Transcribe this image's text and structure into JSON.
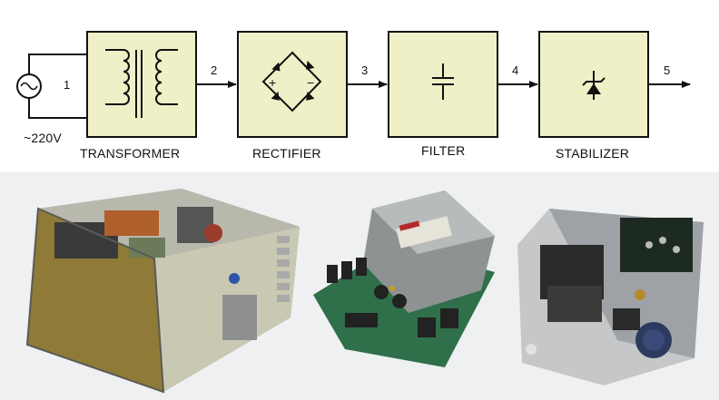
{
  "supply": {
    "voltage_label": "~220V"
  },
  "nodes": [
    "1",
    "2",
    "3",
    "4",
    "5"
  ],
  "blocks": [
    {
      "id": "transformer",
      "label": "TRANSFORMER"
    },
    {
      "id": "rectifier",
      "label": "RECTIFIER"
    },
    {
      "id": "filter",
      "label": "FILTER"
    },
    {
      "id": "stabilizer",
      "label": "STABILIZER"
    }
  ],
  "colors": {
    "block_fill": "#f0f0c8",
    "line": "#111111",
    "photo_bg": "#eef0f1"
  },
  "photos": [
    {
      "id": "open-frame-power-supply-photo"
    },
    {
      "id": "pcb-module-power-supply-photo"
    },
    {
      "id": "chassis-mount-power-supply-photo"
    }
  ]
}
